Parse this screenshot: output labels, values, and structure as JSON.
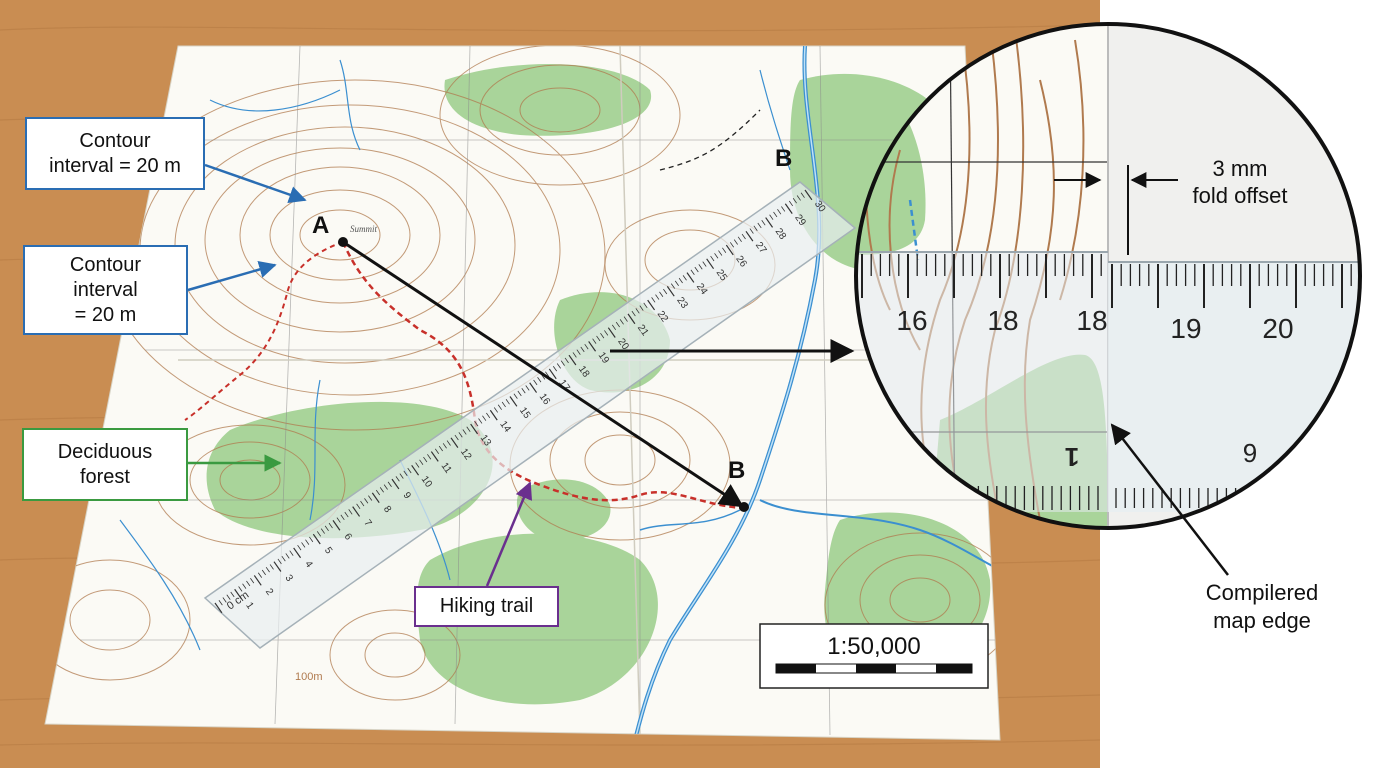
{
  "map": {
    "point_a": "A",
    "point_b_end": "B",
    "point_b_top": "B",
    "summit_label": "Summit",
    "elevation_label": "100m",
    "scale_text": "1:50,000",
    "ruler_unit": "0 cm",
    "ruler_numbers_top": [
      "1",
      "2",
      "3",
      "4",
      "5",
      "6",
      "7",
      "8",
      "9",
      "10",
      "11",
      "12",
      "13",
      "14",
      "15",
      "16",
      "17",
      "18",
      "19",
      "20",
      "21",
      "22",
      "23",
      "24",
      "25",
      "26",
      "27",
      "28",
      "29",
      "30"
    ]
  },
  "callouts": {
    "contour_1": [
      "Contour",
      "interval = 20 m"
    ],
    "contour_2": [
      "Contour",
      "interval",
      "= 20 m"
    ],
    "forest": [
      "Deciduous",
      "forest"
    ],
    "trail": [
      "Hiking trail"
    ]
  },
  "inset": {
    "dimension_label": [
      "3 mm",
      "fold offset"
    ],
    "tick_labels": [
      "16",
      "18",
      "18",
      "19",
      "20"
    ],
    "lower_numbers": [
      "1",
      "9"
    ],
    "edge_label": [
      "Compilered",
      "map edge"
    ]
  },
  "colors": {
    "table": "#c98d52",
    "paper": "#fbfaf5",
    "contour": "#b07a4e",
    "forest": "#a9d49a",
    "water": "#3b8fd0",
    "trail": "#c8302a",
    "callout_blue": "#2a6db3",
    "callout_green": "#3a9a40",
    "callout_purple": "#6a2f8e"
  }
}
